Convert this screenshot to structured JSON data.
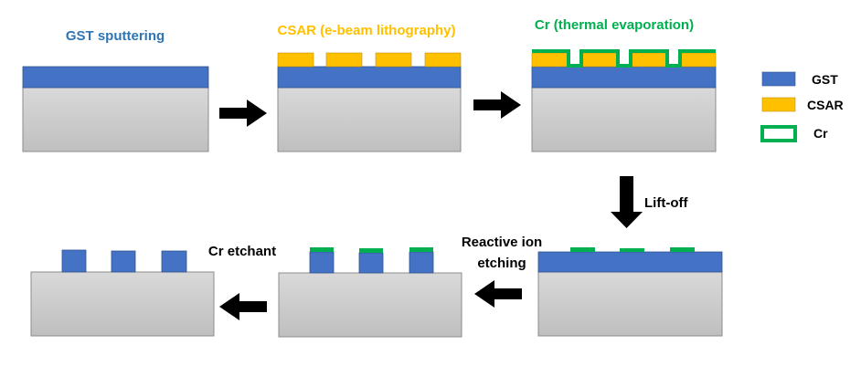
{
  "colors": {
    "gst": "#4472C4",
    "csar": "#FFC000",
    "cr": "#00B050",
    "substrate_top": "#D9D9D9",
    "substrate_bottom": "#BFBFBF",
    "substrate_border": "#8C8C8C",
    "arrow": "#000000",
    "label_default": "#000000"
  },
  "steps": {
    "gst_sputtering": {
      "label": "GST sputtering",
      "color": "#2E75B6"
    },
    "csar_lithography": {
      "label": "CSAR (e-beam lithography)",
      "color": "#FFC000"
    },
    "cr_evaporation": {
      "label": "Cr (thermal evaporation)",
      "color": "#00B050"
    },
    "lift_off": {
      "label": "Lift-off",
      "color": "#000000"
    },
    "reactive_ion_etching": {
      "line1": "Reactive ion",
      "line2": "etching",
      "color": "#000000"
    },
    "cr_etchant": {
      "label": "Cr etchant",
      "color": "#000000"
    }
  },
  "legend": {
    "items": [
      {
        "label": "GST",
        "color": "#4472C4"
      },
      {
        "label": "CSAR",
        "color": "#FFC000"
      },
      {
        "label": "Cr",
        "color": "#00B050"
      }
    ]
  }
}
